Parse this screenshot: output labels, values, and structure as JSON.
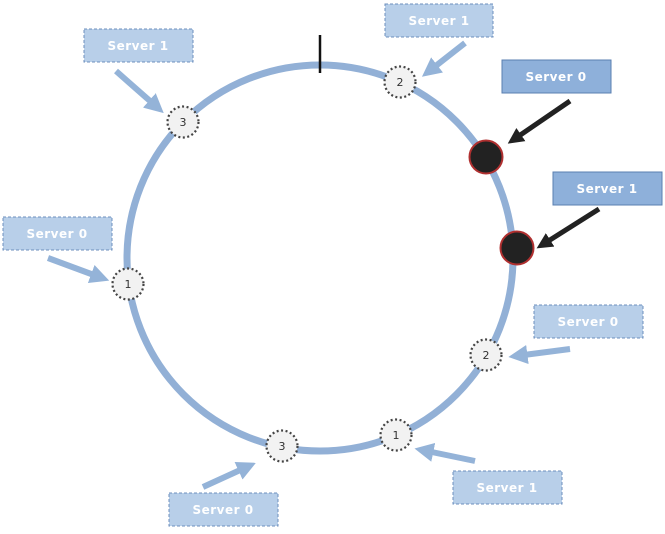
{
  "colors": {
    "ring": "#92b0d6",
    "arrow_light": "#94b3d8",
    "arrow_dark": "#222222",
    "label_light_fill": "#b8cfe9",
    "label_light_stroke": "#6d8fbd",
    "label_dark_fill": "#8eb0da",
    "label_dark_stroke": "#5a7fb0",
    "node_fill": "#f2f2f2",
    "node_stroke": "#444444",
    "server_fill": "#222222",
    "server_stroke": "#b03030"
  },
  "virtual_nodes": [
    {
      "id": "vn-server1-2",
      "number": "2",
      "label": "Server 1"
    },
    {
      "id": "vn-server1-3",
      "number": "3",
      "label": "Server 1"
    },
    {
      "id": "vn-server0-1",
      "number": "1",
      "label": "Server 0"
    },
    {
      "id": "vn-server0-2",
      "number": "2",
      "label": "Server 0"
    },
    {
      "id": "vn-server0-3",
      "number": "3",
      "label": "Server 0"
    },
    {
      "id": "vn-server1-1",
      "number": "1",
      "label": "Server 1"
    }
  ],
  "real_servers": [
    {
      "id": "rs-server0",
      "label": "Server 0"
    },
    {
      "id": "rs-server1",
      "label": "Server 1"
    }
  ]
}
